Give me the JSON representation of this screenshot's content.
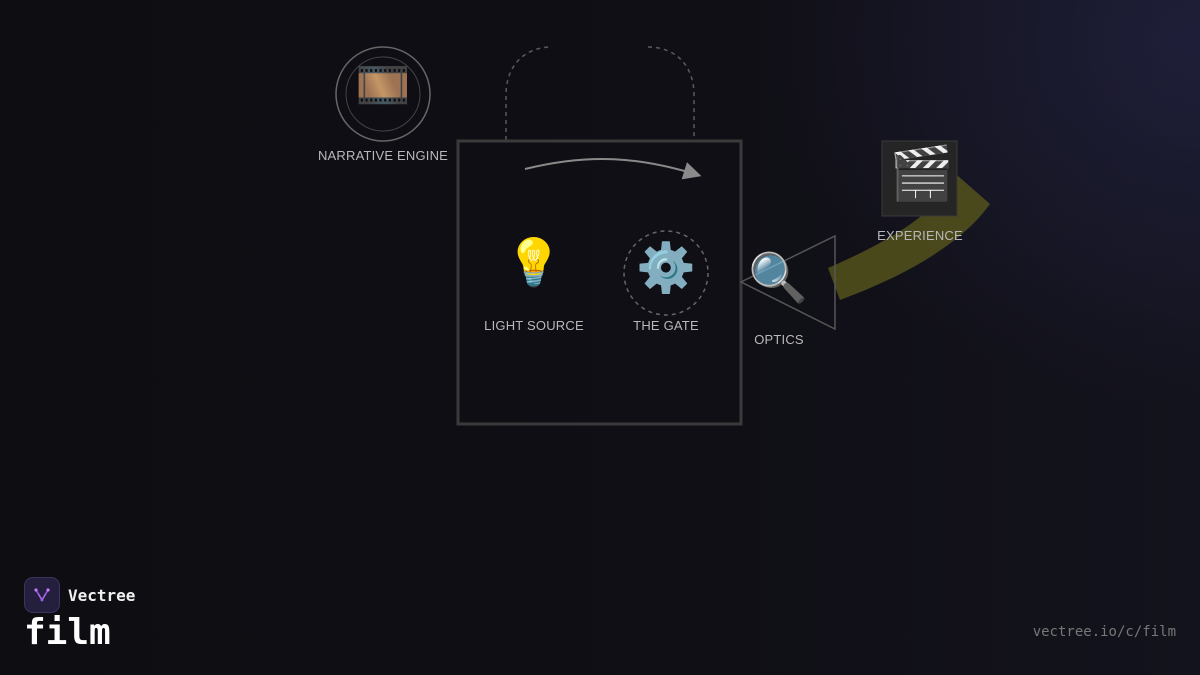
{
  "diagram": {
    "nodes": {
      "narrative_engine": {
        "label": "NARRATIVE ENGINE",
        "icon": "film-strip-icon",
        "glyph": "🎞️"
      },
      "light_source": {
        "label": "LIGHT SOURCE",
        "icon": "light-bulb-icon",
        "glyph": "💡"
      },
      "the_gate": {
        "label": "THE GATE",
        "icon": "gear-icon",
        "glyph": "⚙️"
      },
      "optics": {
        "label": "OPTICS",
        "icon": "magnifying-glass-icon",
        "glyph": "🔍"
      },
      "experience": {
        "label": "EXPERIENCE",
        "icon": "clapper-board-icon",
        "glyph": "🎬"
      }
    },
    "colors": {
      "beam": "#58561b",
      "frame": "#3a3a3a",
      "arrow": "#8a8a8a",
      "ring": "#666666"
    }
  },
  "brand": {
    "name": "Vectree",
    "title": "film",
    "url": "vectree.io/c/film"
  }
}
